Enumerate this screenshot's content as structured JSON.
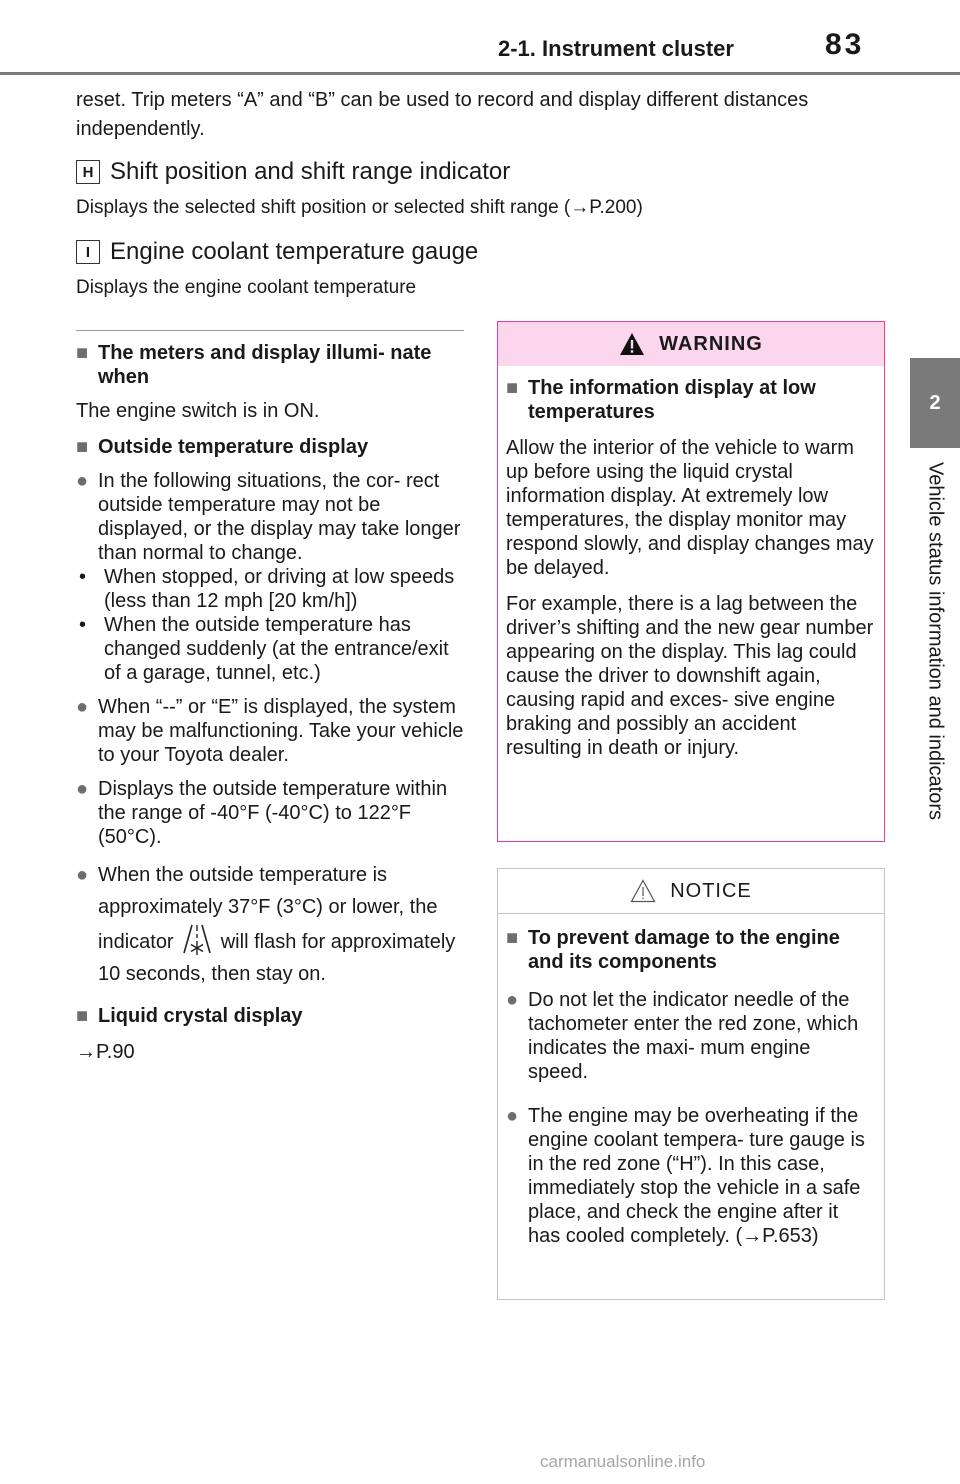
{
  "header": {
    "section_title": "2-1. Instrument cluster",
    "page_number": "83"
  },
  "side_tab": {
    "chapter_number": "2",
    "chapter_title": "Vehicle status information and indicators"
  },
  "intro_text": "reset. Trip meters “A” and “B” can be used to record and display different distances independently.",
  "items": [
    {
      "letter": "H",
      "title": "Shift position and shift range indicator",
      "desc": "Displays the selected shift position or selected shift range (→P.200)"
    },
    {
      "letter": "I",
      "title": "Engine coolant temperature gauge",
      "desc": "Displays the engine coolant temperature"
    }
  ],
  "left": {
    "h1": "The meters and display illumi- nate when",
    "p1": "The engine switch is in ON.",
    "h2": "Outside temperature display",
    "b1": "In the following situations, the cor- rect outside temperature may not be displayed, or the display may take longer than normal to change.",
    "s1": "When stopped, or driving at low speeds (less than 12 mph [20 km/h])",
    "s2": "When the outside temperature has changed suddenly (at the entrance/exit of a garage, tunnel, etc.)",
    "b2": "When “--” or “E” is displayed, the system may be malfunctioning. Take your vehicle to your Toyota dealer.",
    "b3": "Displays the outside temperature within the range of -40°F (-40°C) to 122°F (50°C).",
    "b4_pre": "When the outside temperature is approximately 37°F (3°C) or lower, the indicator",
    "b4_post": "will flash for approximately 10 seconds, then stay on.",
    "h3": "Liquid crystal display",
    "p2": "→P.90"
  },
  "warning": {
    "label": "WARNING",
    "heading": "The information display at low temperatures",
    "p1": "Allow the interior of the vehicle to warm up before using the liquid crystal information display. At extremely low temperatures, the display monitor may respond slowly, and display changes may be delayed.",
    "p2": "For example, there is a lag between the driver’s shifting and the new gear number appearing on the display. This lag could cause the driver to downshift again, causing rapid and exces- sive engine braking and possibly an accident resulting in death or injury."
  },
  "notice": {
    "label": "NOTICE",
    "heading": "To prevent damage to the engine and its components",
    "b1": "Do not let the indicator needle of the tachometer enter the red zone, which indicates the maxi- mum engine speed.",
    "b2": "The engine may be overheating if the engine coolant tempera- ture gauge is in the red zone (“H”). In this case, immediately stop the vehicle in a safe place, and check the engine after it has cooled completely. (→P.653)"
  },
  "watermark": "carmanualsonline.info",
  "colors": {
    "warning_border": "#e63aa7",
    "warning_fill": "#fbd6ec",
    "tab_gray": "#7a7a7a"
  }
}
